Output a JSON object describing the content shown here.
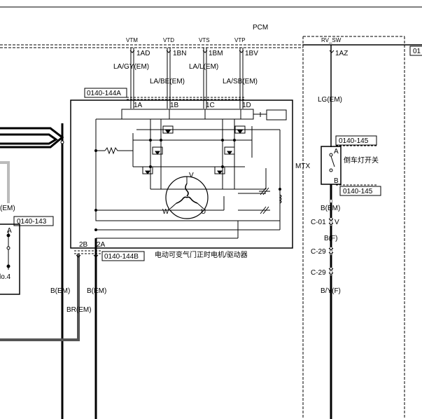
{
  "module": {
    "title": "PCM",
    "pin_labels": [
      "VTM",
      "VTD",
      "VTS",
      "VTP",
      "RV_SW"
    ],
    "pins": [
      "1AD",
      "1BN",
      "1BM",
      "1BV",
      "1AZ"
    ],
    "edge_tag": "01"
  },
  "wires": {
    "la_gy": "LA/GY(EM)",
    "la_be": "LA/BE(EM)",
    "la_l": "LA/L(EM)",
    "la_sb": "LA/SB(EM)",
    "lg": "LG(EM)",
    "b_right": "B(EM)",
    "b_left1": "B(EM)",
    "b_left2": "B(EM)",
    "br": "BR(EM)",
    "b_f": "B(F)",
    "b_y_f": "B/Y(F)",
    "b_em_left": "(EM)"
  },
  "connectors": {
    "c144a": "0140-144A",
    "c144b": "0140-144B",
    "c143": "0140-143",
    "c145_top": "0140-145",
    "c145_bot": "0140-145",
    "c01": "C-01",
    "c29a": "C-29",
    "c29b": "C-29"
  },
  "terminals": {
    "t1a": "1A",
    "t1b": "1B",
    "t1c": "1C",
    "t1d": "1D",
    "t2b": "2B",
    "t2a": "2A",
    "sw_a": "A",
    "sw_b": "B",
    "left_a": "A",
    "c01_pin": "V",
    "no4": "lo.4"
  },
  "motor": {
    "label": "电动可变气门正时电机/驱动器",
    "mtx": "MTX",
    "phase_v": "V",
    "phase_w": "W",
    "phase_u": "U"
  },
  "switch": {
    "label": "倒车灯开关"
  }
}
